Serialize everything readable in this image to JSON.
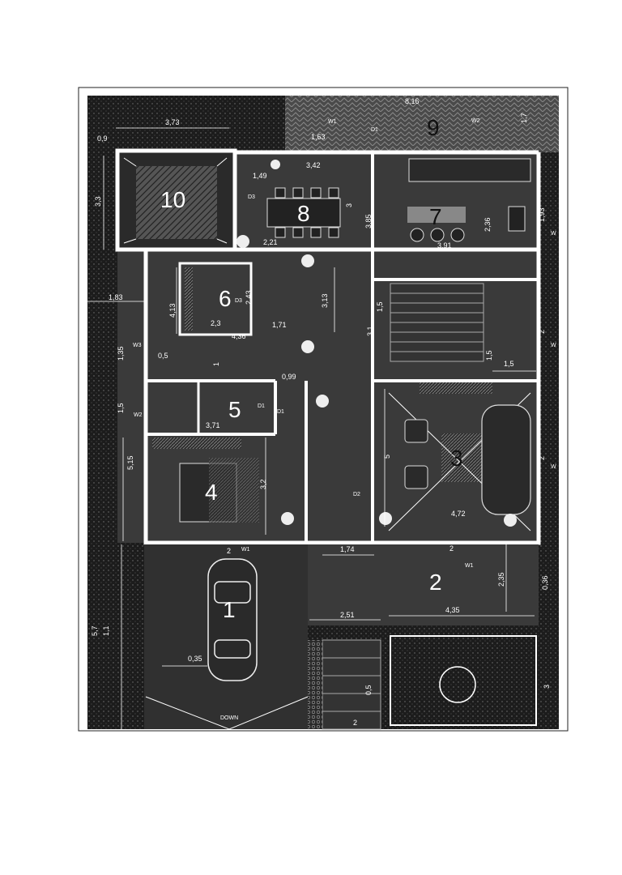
{
  "colors": {
    "background": "#ffffff",
    "slab": "#1c1c1c",
    "interior": "#3a3a3a",
    "wall": "#ffffff",
    "hatch": "#777777"
  },
  "rooms": {
    "r1": "1",
    "r2": "2",
    "r3": "3",
    "r4": "4",
    "r5": "5",
    "r6": "6",
    "r7": "7",
    "r8": "8",
    "r9": "9",
    "r10": "10"
  },
  "dimensions": {
    "d_8_16": "8,16",
    "d_1_7": "1,7",
    "d_3_73": "3,73",
    "d_0_9": "0,9",
    "d_1_63": "1,63",
    "d_3_42": "3,42",
    "d_1_49": "1,49",
    "d_3_3": "3,3",
    "d_3_top": "3",
    "d_3_85": "3,85",
    "d_2_36": "2,36",
    "d_1_93": "1,93",
    "d_2_21": "2,21",
    "d_3_91": "3,91",
    "d_1_83": "1,83",
    "d_4_13": "4,13",
    "d_2_43": "2,43",
    "d_3_13": "3,13",
    "d_2_3": "2,3",
    "d_4_36": "4,36",
    "d_1_71": "1,71",
    "d_1_5_a": "1,5",
    "d_3_1": "3,1",
    "d_2_right_a": "2",
    "d_1_35": "1,35",
    "d_0_5_a": "0,5",
    "d_1_mid": "1",
    "d_1_5_b": "1,5",
    "d_1_5_c": "1,5",
    "d_0_99": "0,99",
    "d_1_5_d": "1,5",
    "d_3_71": "3,71",
    "d_5_15": "5,15",
    "d_5": "5",
    "d_2_right_b": "2",
    "d_3_2": "3,2",
    "d_4_72": "4,72",
    "d_2_w1_a": "2",
    "d_1_74": "1,74",
    "d_2_w1_b": "2",
    "d_2_35": "2,35",
    "d_0_36": "0,36",
    "d_2_51": "2,51",
    "d_4_35": "4,35",
    "d_5_7": "5,7",
    "d_1_1": "1,1",
    "d_0_35": "0,35",
    "d_0_5_b": "0,5",
    "d_3_bottom": "3",
    "d_2_bottom": "2"
  },
  "labels": {
    "w1_a": "W1",
    "w1_b": "W1",
    "w1_c": "W1",
    "w2_a": "W2",
    "w2_b": "W2",
    "w3": "W3",
    "w_a": "W",
    "w_b": "W",
    "w_c": "W",
    "d1_a": "D1",
    "d1_b": "D1",
    "d1_c": "D1",
    "d2": "D2",
    "d3_a": "D3",
    "d3_b": "D3",
    "down": "DOWN"
  }
}
